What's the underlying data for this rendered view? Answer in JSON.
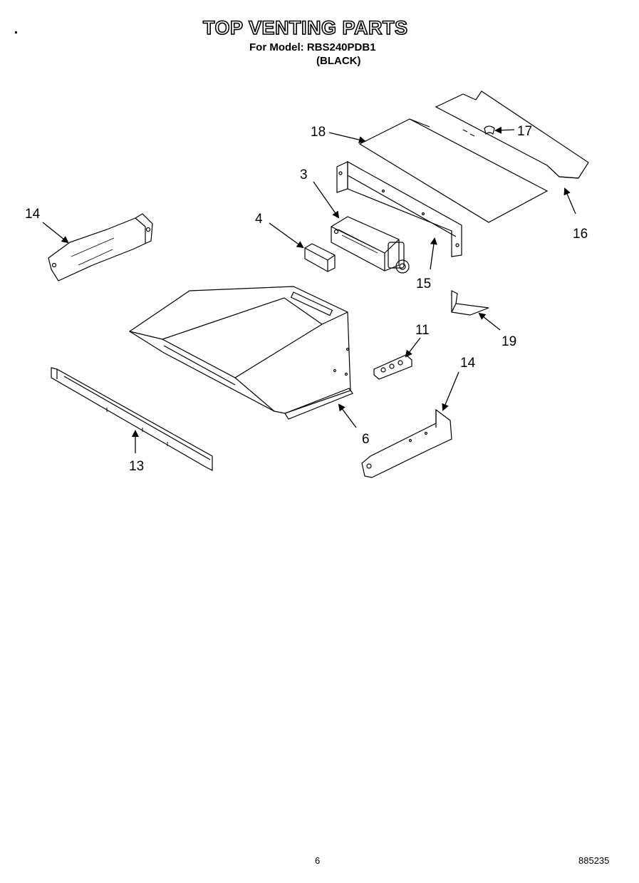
{
  "header": {
    "title": "TOP VENTING PARTS",
    "model_line": "For Model: RBS240PDB1",
    "color_line": "(BLACK)"
  },
  "callouts": {
    "c3": "3",
    "c4": "4",
    "c6": "6",
    "c11": "11",
    "c13": "13",
    "c14_left": "14",
    "c14_right": "14",
    "c15": "15",
    "c16": "16",
    "c17": "17",
    "c18": "18",
    "c19": "19"
  },
  "footer": {
    "page_number": "6",
    "drawing_code": "885235"
  }
}
